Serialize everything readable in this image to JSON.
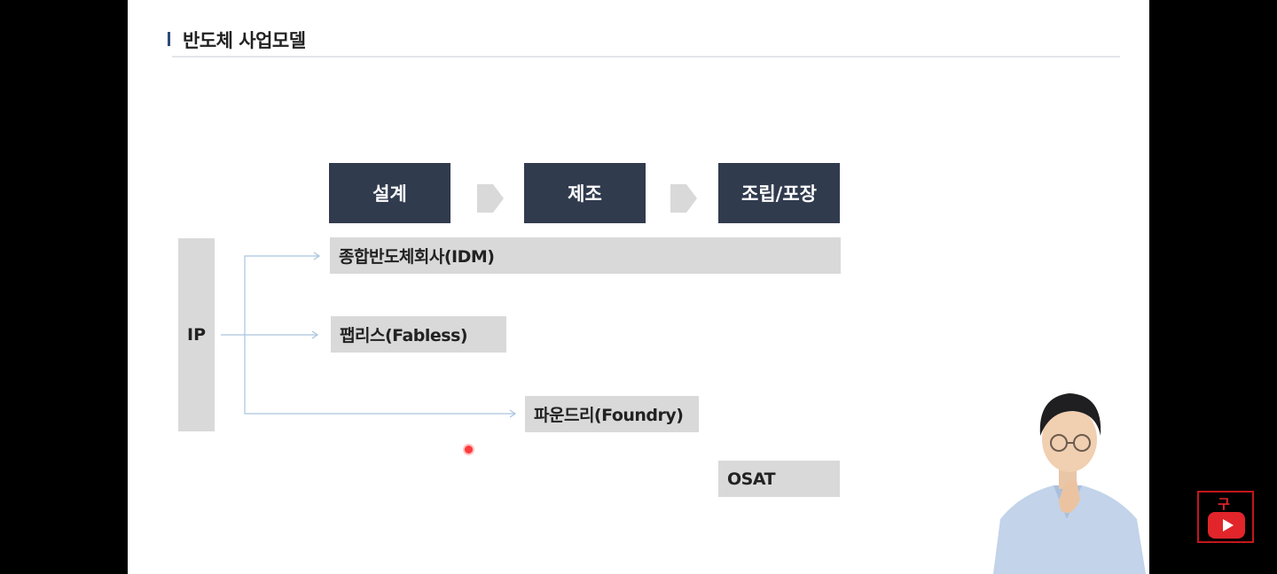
{
  "slide": {
    "title": "반도체 사업모델"
  },
  "diagram": {
    "stages": [
      "설계",
      "제조",
      "조립/포장"
    ],
    "ip_label": "IP",
    "models": {
      "idm": "종합반도체회사(IDM)",
      "fabless": "팹리스(Fabless)",
      "foundry": "파운드리(Foundry)",
      "osat": "OSAT"
    }
  },
  "overlay": {
    "subscribe_label": "구독"
  },
  "colors": {
    "stage_bg": "#313b4e",
    "box_bg": "#d9d9d9",
    "arrow_line": "#a9c3de",
    "chevron": "#d9d9d9",
    "subscribe_red": "#e1252b"
  }
}
